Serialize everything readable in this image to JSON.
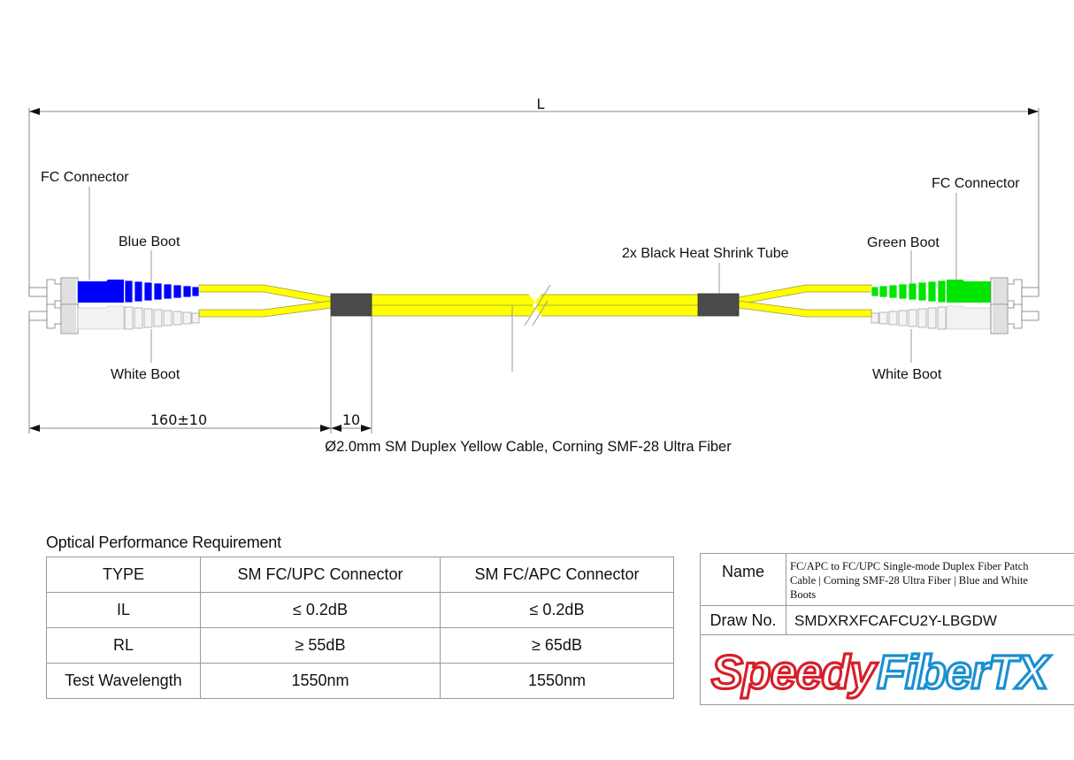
{
  "drawing": {
    "overall_length_label": "L",
    "callouts": {
      "left_connector": "FC Connector",
      "left_top_boot": "Blue Boot",
      "left_bottom_boot": "White Boot",
      "heat_shrink": "2x Black Heat Shrink Tube",
      "right_connector": "FC Connector",
      "right_top_boot": "Green Boot",
      "right_bottom_boot": "White Boot"
    },
    "dimensions": {
      "breakout_length": "160±10",
      "heat_shrink_length": "10"
    },
    "cable_description": "Ø2.0mm SM Duplex Yellow Cable, Corning SMF-28 Ultra Fiber",
    "colors": {
      "cable": "#ffff00",
      "blue_boot": "#0000ff",
      "green_boot": "#00e600",
      "white_boot": "#f2f2f2",
      "heat_shrink": "#4a4a4a"
    }
  },
  "performance": {
    "title": "Optical Performance Requirement",
    "headers": [
      "TYPE",
      "SM FC/UPC Connector",
      "SM FC/APC Connector"
    ],
    "rows": [
      [
        "IL",
        "≤ 0.2dB",
        "≤ 0.2dB"
      ],
      [
        "RL",
        "≥ 55dB",
        "≥ 65dB"
      ],
      [
        "Test Wavelength",
        "1550nm",
        "1550nm"
      ]
    ]
  },
  "title_block": {
    "name_label": "Name",
    "name_value": "FC/APC to FC/UPC Single-mode Duplex Fiber Patch Cable | Corning SMF-28 Ultra Fiber | Blue and White Boots",
    "draw_no_label": "Draw No.",
    "draw_no_value": "SMDXRXFCAFCU2Y-LBGDW",
    "logo": {
      "part1": "Speedy",
      "part2": "FiberTX",
      "color1": "#d4202a",
      "color2": "#1a8fd0"
    }
  }
}
